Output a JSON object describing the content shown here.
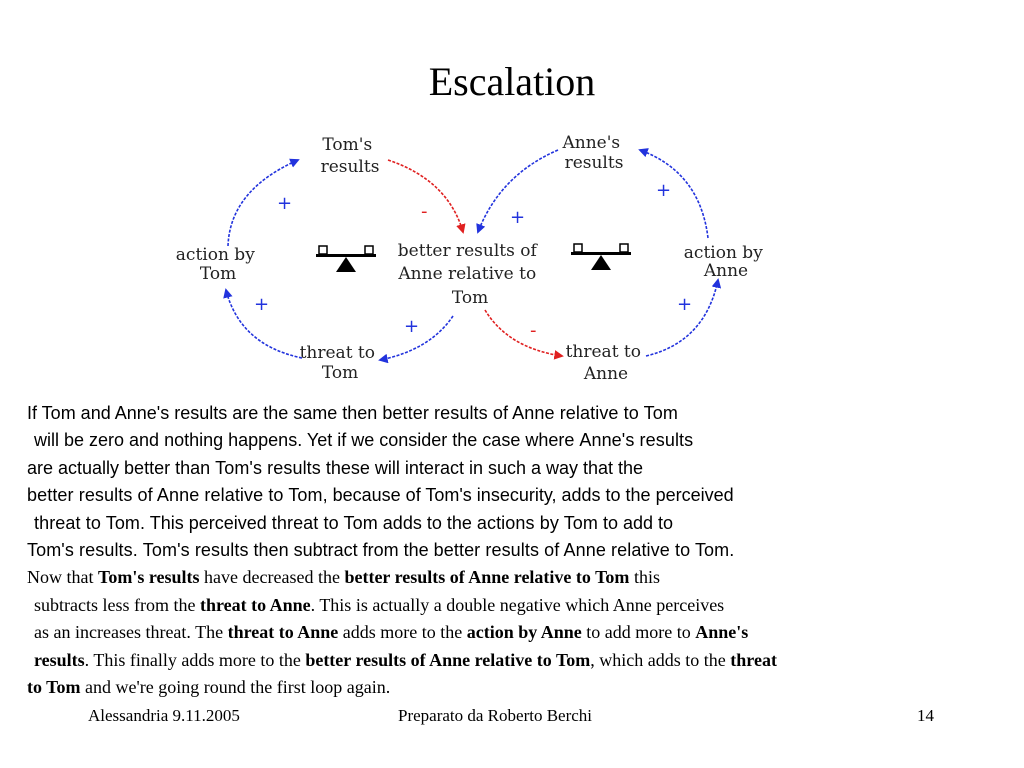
{
  "title": "Escalation",
  "diagram": {
    "nodes": {
      "toms_results": [
        "Tom's",
        "results"
      ],
      "annes_results": [
        "Anne's",
        "results"
      ],
      "action_by_tom": [
        "action by",
        "Tom"
      ],
      "action_by_anne": [
        "action by",
        "Anne"
      ],
      "better_results": [
        "better results of",
        "Anne relative to",
        "Tom"
      ],
      "threat_to_tom": [
        "threat to",
        "Tom"
      ],
      "threat_to_anne": [
        "threat to",
        "Anne"
      ]
    },
    "signs": {
      "plus": "+",
      "minus": "-"
    },
    "colors": {
      "positive_link": "#2233dd",
      "negative_link": "#e02020",
      "scale": "#000000"
    }
  },
  "text": {
    "l1": [
      "If Tom and Anne's results are the same then ",
      "better results of Anne relative to Tom"
    ],
    "l2": [
      "will be zero and nothing happens. Yet if we consider the case where ",
      "Anne's results"
    ],
    "l3": [
      "are actually better than ",
      "Tom's results",
      " these will interact in such a way that the"
    ],
    "l4": [
      "better results of Anne relative to Tom",
      ", because of Tom's insecurity, adds to the perceived"
    ],
    "l5": [
      "threat to Tom",
      ". This perceived ",
      "threat to Tom",
      " adds to the ",
      "actions by Tom",
      " to add to"
    ],
    "l6": [
      "Tom's results",
      ". ",
      "Tom's results",
      " then subtract from the ",
      "better results of Anne relative to Tom",
      "."
    ],
    "l7": [
      "Now that ",
      "Tom's results",
      " have decreased the ",
      "better results of Anne relative to Tom",
      " this"
    ],
    "l8": [
      "subtracts less from the ",
      "threat to Anne",
      ". This is actually a double negative which Anne perceives"
    ],
    "l9": [
      "as an increases threat. The ",
      "threat to Anne",
      " adds more to the ",
      "action by Anne",
      " to add more to ",
      "Anne's"
    ],
    "l10": [
      "results",
      ". This finally adds more to the ",
      "better results of Anne relative to Tom",
      ", which adds to the ",
      "threat"
    ],
    "l11": [
      "to Tom",
      " and we're going round the first loop again."
    ]
  },
  "footer": {
    "left": "Alessandria 9.11.2005",
    "center": "Preparato da Roberto Berchi",
    "right": "14"
  }
}
